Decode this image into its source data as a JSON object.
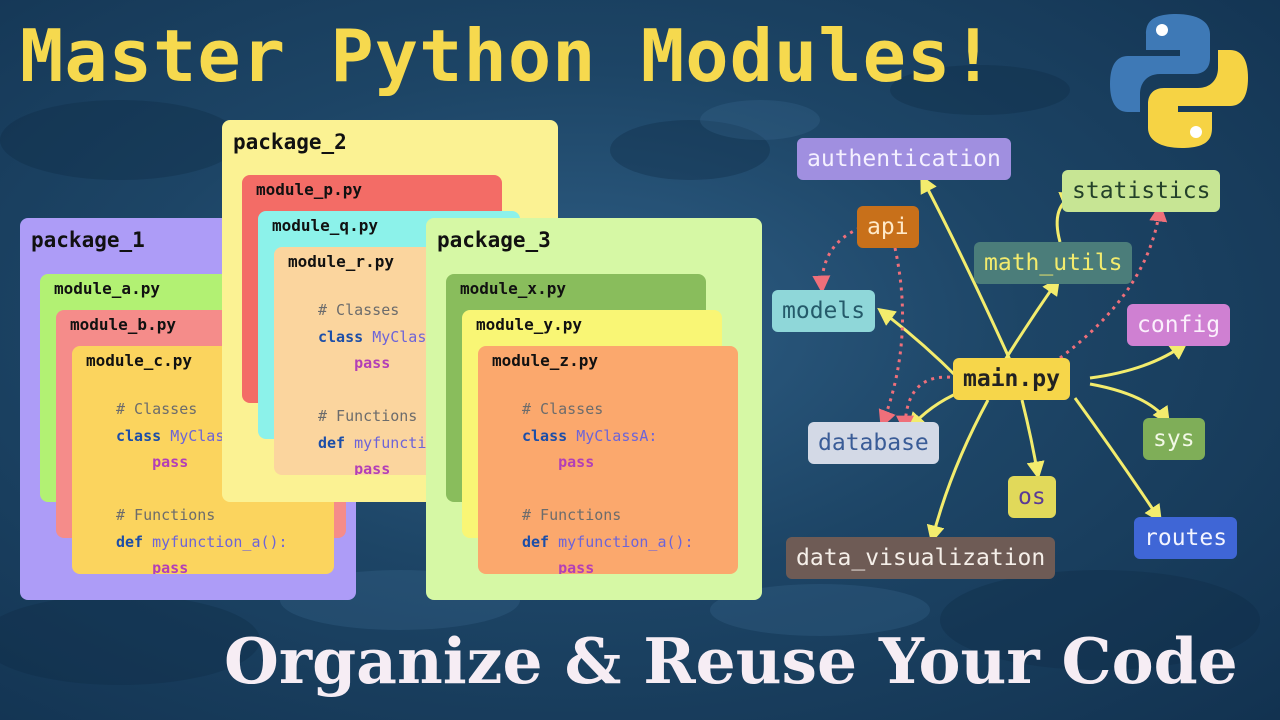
{
  "title": "Master Python Modules!",
  "subtitle": "Organize & Reuse Your Code",
  "packages": [
    {
      "name": "package_1",
      "modules": [
        "module_a.py",
        "module_b.py",
        "module_c.py"
      ],
      "code": {
        "comment_classes": "# Classes",
        "kw_class": "class",
        "class_name": "MyClassA:",
        "pass": "pass",
        "comment_functions": "# Functions",
        "kw_def": "def",
        "func_name": "myfunction_a():"
      }
    },
    {
      "name": "package_2",
      "modules": [
        "module_p.py",
        "module_q.py",
        "module_r.py"
      ],
      "code": {
        "comment_classes": "# Classes",
        "kw_class": "class",
        "class_name": "MyClassA:",
        "pass": "pass",
        "comment_functions": "# Functions",
        "kw_def": "def",
        "func_name": "myfunction_a():"
      }
    },
    {
      "name": "package_3",
      "modules": [
        "module_x.py",
        "module_y.py",
        "module_z.py"
      ],
      "code": {
        "comment_classes": "# Classes",
        "kw_class": "class",
        "class_name": "MyClassA:",
        "pass": "pass",
        "comment_functions": "# Functions",
        "kw_def": "def",
        "func_name": "myfunction_a():"
      }
    }
  ],
  "graph": {
    "center": "main.py",
    "nodes": {
      "authentication": "authentication",
      "statistics": "statistics",
      "api": "api",
      "math_utils": "math_utils",
      "models": "models",
      "config": "config",
      "database": "database",
      "sys": "sys",
      "os": "os",
      "routes": "routes",
      "data_visualization": "data_visualization"
    }
  },
  "logo": "python-logo",
  "colors": {
    "title": "#f6d94e",
    "subtitle": "#f6edf4",
    "background": "#1d4566",
    "arrow": "#f3ec6d",
    "dotted_arrow": "#ef6f7a"
  }
}
